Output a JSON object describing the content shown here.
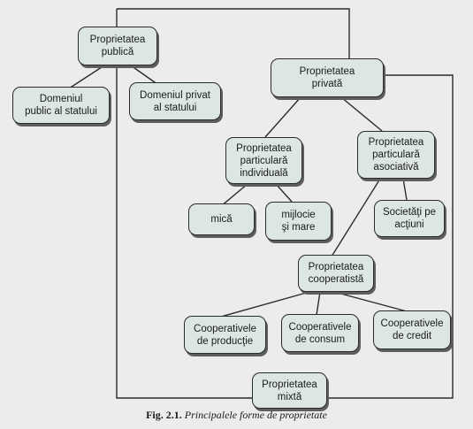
{
  "diagram": {
    "nodes": {
      "proprietatea_publica": "Proprietatea\npublică",
      "domeniul_public": "Domeniul\npublic al statului",
      "domeniul_privat": "Domeniul privat\nal statului",
      "proprietatea_privata": "Proprietatea\nprivată",
      "particulara_individuala": "Proprietatea\nparticulară\nindividuală",
      "particulara_asociativa": "Proprietatea\nparticulară\nasociativă",
      "mica": "mică",
      "mijlocie_mare": "mijlocie\nşi mare",
      "societati_actiuni": "Societăţi pe\nacţiuni",
      "cooperatista": "Proprietatea\ncooperatistă",
      "coop_productie": "Cooperativele\nde producţie",
      "coop_consum": "Cooperativele\nde consum",
      "coop_credit": "Cooperativele\nde credit",
      "mixta": "Proprietatea\nmixtă"
    }
  },
  "caption": {
    "label": "Fig. 2.1.",
    "text": "Principalele forme de proprietate"
  },
  "colors": {
    "node_fill": "#dde7e2",
    "line": "#2b2b2b",
    "background": "#ececec"
  }
}
